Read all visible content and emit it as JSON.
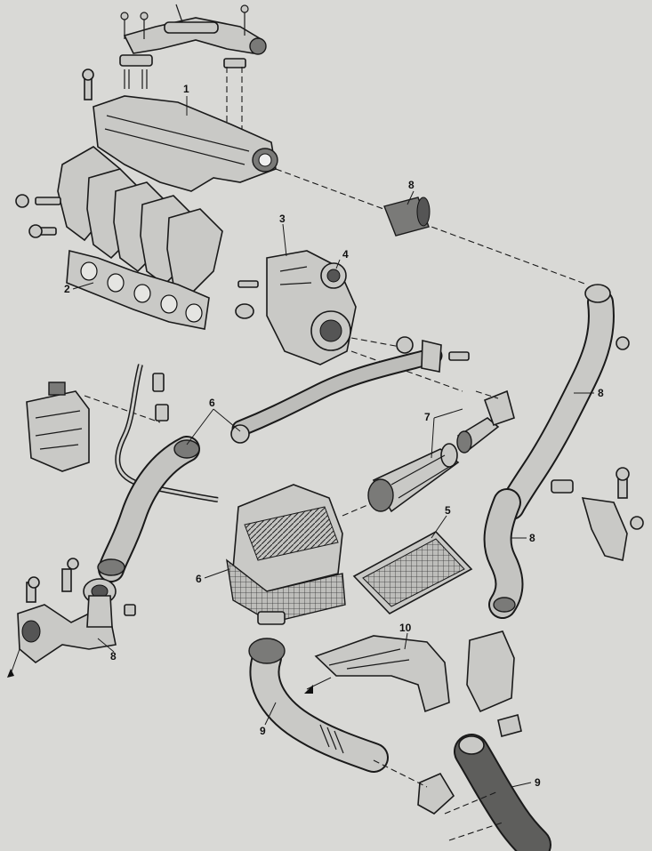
{
  "callouts": {
    "c1": "1",
    "c2": "2",
    "c3": "3",
    "c4": "4",
    "c5": "5",
    "c6": "6",
    "c6b": "6",
    "c7": "7",
    "c8a": "8",
    "c8b": "8",
    "c8c": "8",
    "c8d": "8",
    "c9a": "9",
    "c9b": "9",
    "c10": "10"
  }
}
